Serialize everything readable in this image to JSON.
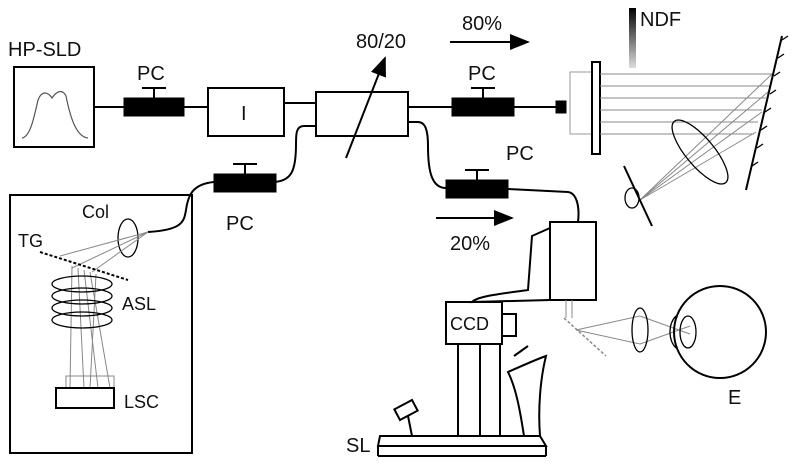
{
  "labels": {
    "source": "HP-SLD",
    "pc_top": "PC",
    "isolator": "I",
    "coupler": "80/20",
    "pc_sample": "PC",
    "pc_right": "PC",
    "ndf": "NDF",
    "ratio_80": "80%",
    "ratio_20": "20%",
    "pc_bottom": "PC",
    "collimator": "Col",
    "grating": "TG",
    "achromat": "ASL",
    "camera": "LSC",
    "ccd": "CCD",
    "slit_lamp": "SL",
    "eye": "E"
  }
}
